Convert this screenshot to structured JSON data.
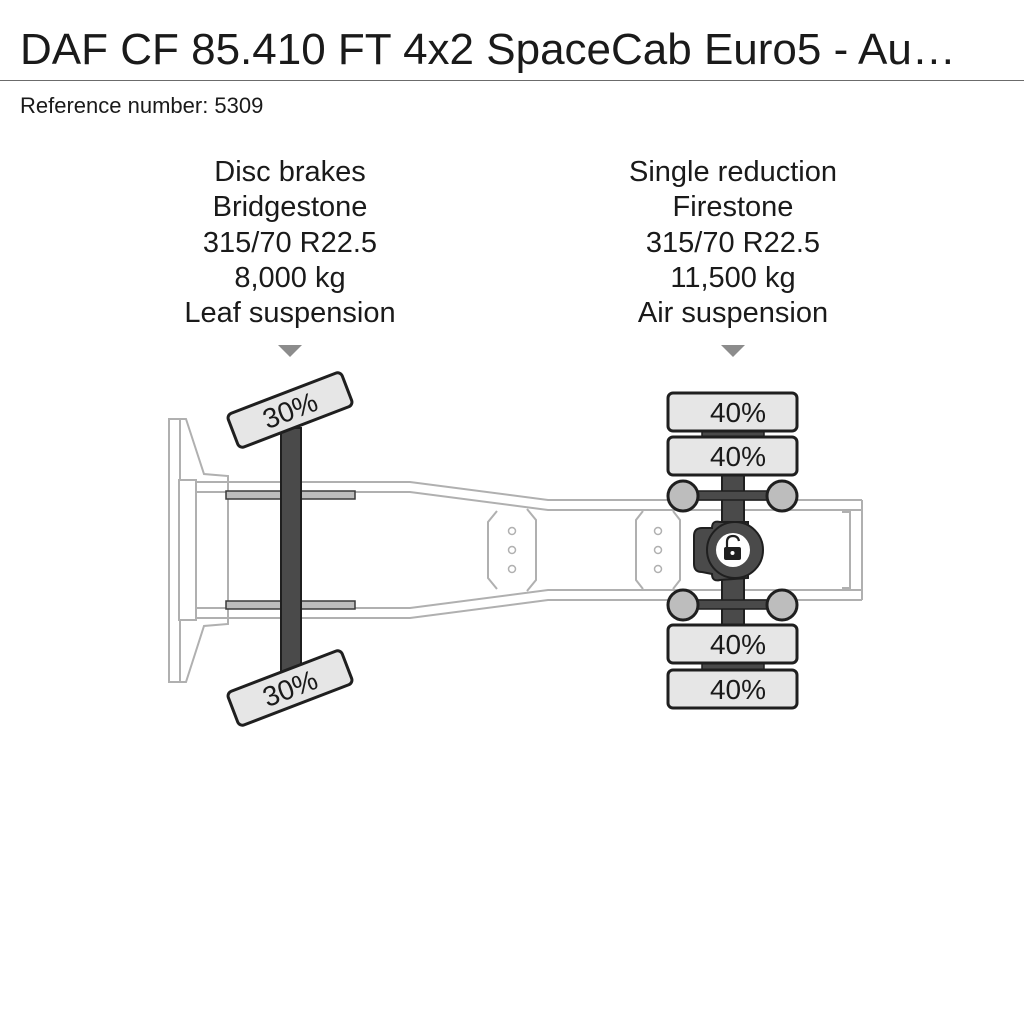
{
  "header": {
    "title": "DAF CF 85.410 FT 4x2 SpaceCab Euro5 - Au…",
    "reference": "Reference number: 5309"
  },
  "axles": [
    {
      "specs": [
        "Disc brakes",
        "Bridgestone",
        "315/70 R22.5",
        "8,000 kg",
        "Leaf suspension"
      ],
      "tyres": [
        "30%",
        "30%"
      ]
    },
    {
      "specs": [
        "Single reduction",
        "Firestone",
        "315/70 R22.5",
        "11,500 kg",
        "Air suspension"
      ],
      "tyres": [
        "40%",
        "40%",
        "40%",
        "40%"
      ]
    }
  ],
  "icons": {
    "differential_lock": "unlocked-padlock-icon",
    "marker": "down-triangle-icon"
  },
  "colors": {
    "frame": "#b0b0b0",
    "tyre_fill": "#e6e6e6",
    "tyre_stroke": "#1f1f1f",
    "axle": "#4a4a4a",
    "marker": "#8c8c8c"
  }
}
